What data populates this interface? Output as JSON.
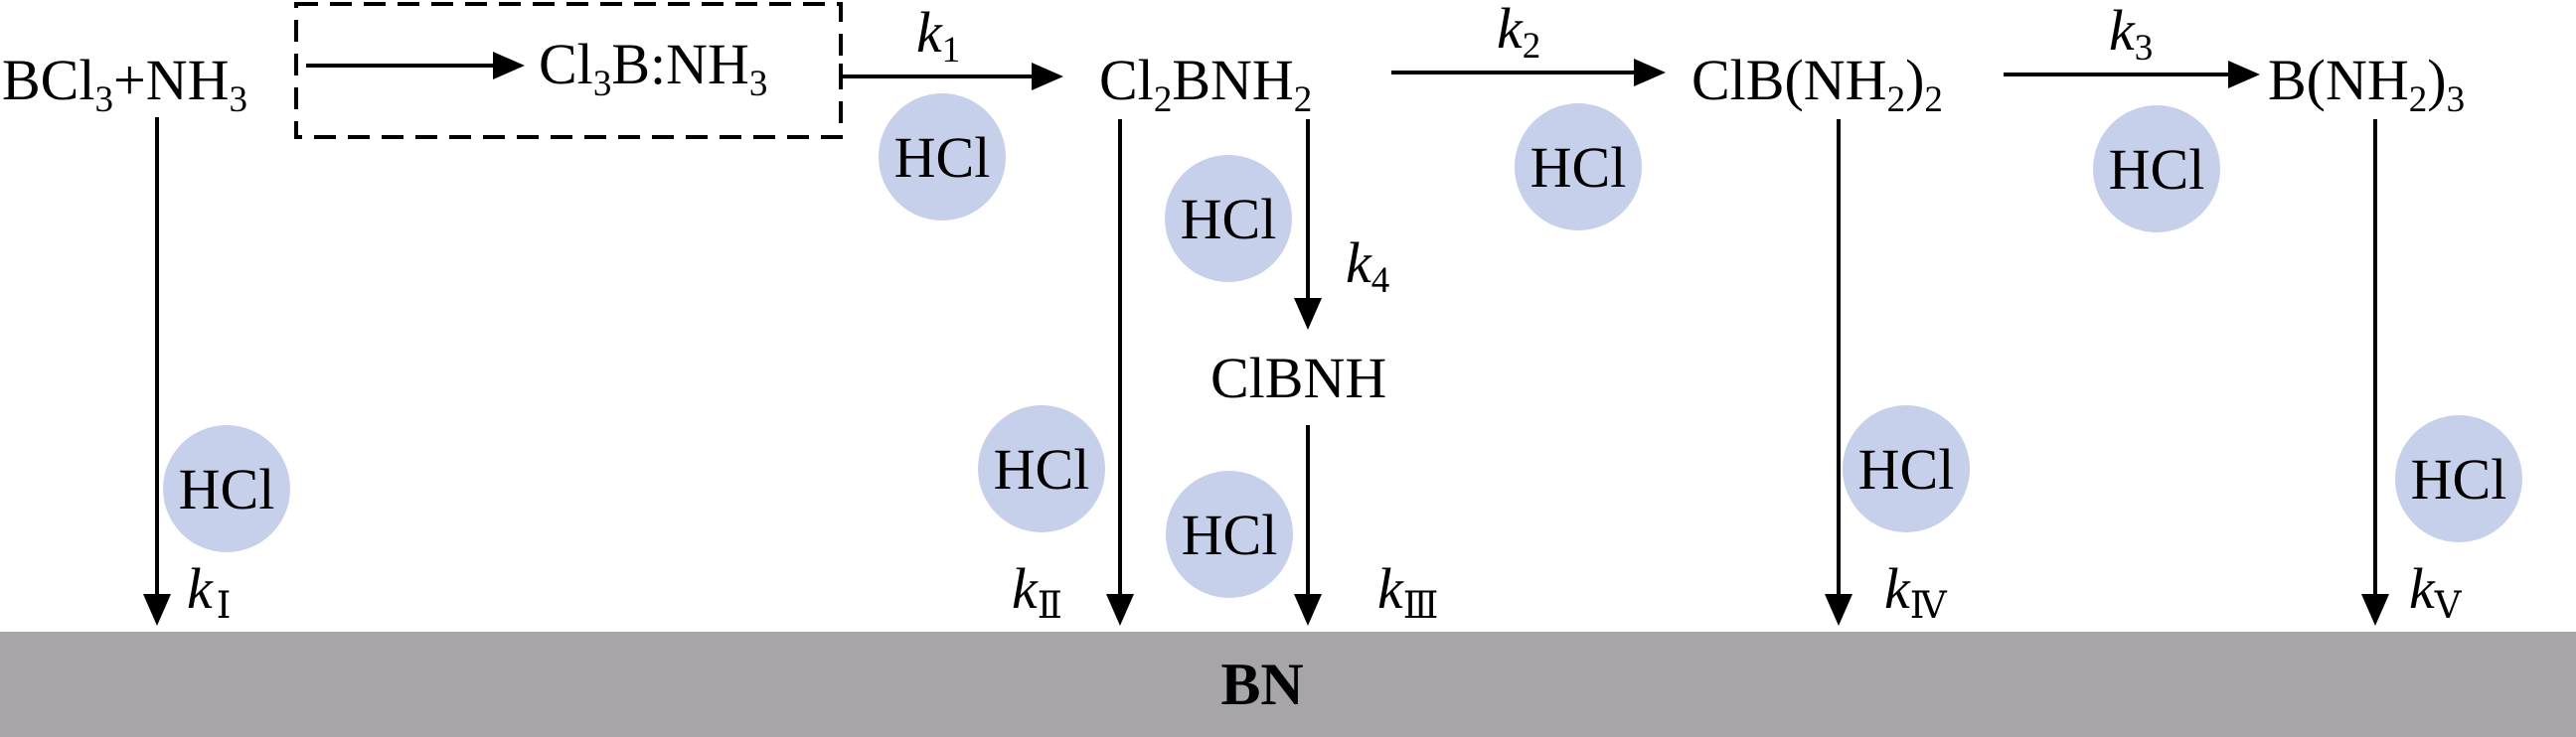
{
  "colors": {
    "substrate": "#a7a5aa",
    "hcl_bubble": "#c6d0ea",
    "line": "#000000"
  },
  "species": {
    "reactants": {
      "a": "BCl",
      "a_sub": "3",
      "plus": "+NH",
      "b_sub": "3"
    },
    "adduct": {
      "a": "Cl",
      "a_sub": "3",
      "b": "B:NH",
      "b_sub": "3"
    },
    "cl2bnh2": {
      "a": "Cl",
      "a_sub": "2",
      "b": "BNH",
      "b_sub": "2"
    },
    "clb_nh2_2": {
      "a": "ClB(NH",
      "a_sub": "2",
      "b": ")",
      "b_sub": "2"
    },
    "b_nh2_3": {
      "a": "B(NH",
      "a_sub": "2",
      "b": ")",
      "b_sub": "3"
    },
    "clbnh": "ClBNH"
  },
  "rate_constants": {
    "k1": {
      "k": "k",
      "sub": "1"
    },
    "k2": {
      "k": "k",
      "sub": "2"
    },
    "k3": {
      "k": "k",
      "sub": "3"
    },
    "k4": {
      "k": "k",
      "sub": "4"
    },
    "kI": {
      "k": "k",
      "sub": "Ⅰ"
    },
    "kII": {
      "k": "k",
      "sub": "Ⅱ"
    },
    "kIII": {
      "k": "k",
      "sub": "Ⅲ"
    },
    "kIV": {
      "k": "k",
      "sub": "Ⅳ"
    },
    "kV": {
      "k": "k",
      "sub": "Ⅴ"
    }
  },
  "byproduct": "HCl",
  "substrate_label": "BN"
}
